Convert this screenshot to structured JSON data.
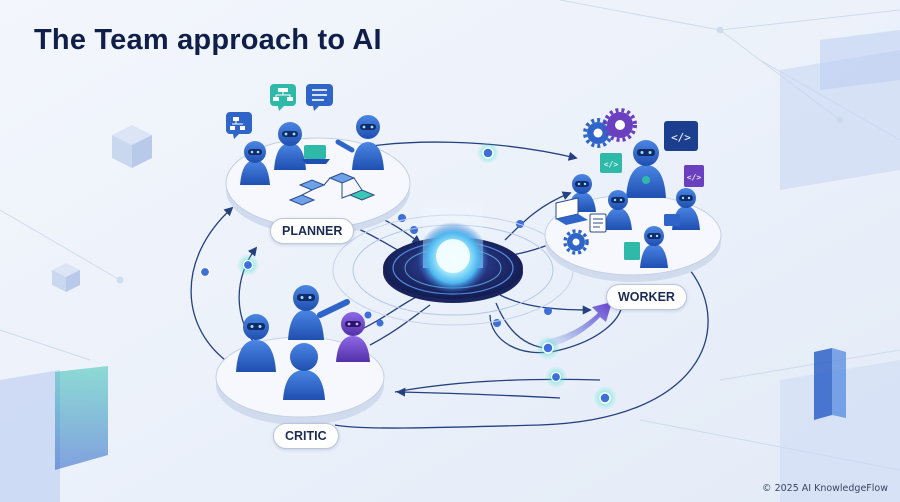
{
  "title": "The Team approach to AI",
  "labels": {
    "planner": "PLANNER",
    "worker": "WORKER",
    "critic": "CRITIC"
  },
  "footer": {
    "copyright": "© 2025 AI KnowledgeFlow"
  },
  "icons": {
    "planner": [
      "flowchart-icon",
      "hierarchy-icon",
      "list-icon",
      "robot-icon"
    ],
    "worker": [
      "gear-icon",
      "code-icon",
      "laptop-icon",
      "document-icon",
      "robot-icon"
    ],
    "critic": [
      "robot-icon",
      "person-icon"
    ],
    "center": "glowing-core-icon"
  },
  "colors": {
    "background": "#eef3fb",
    "title": "#0f1f4a",
    "robot_blue": "#2f65c8",
    "robot_dark": "#1b3e8f",
    "critic_purple": "#6a3fc0",
    "platform_top": "#f7f9fd",
    "platform_edge": "#c9d5ea",
    "flow_line": "#2b4a8c",
    "node_glow": "#35d7c9",
    "core_glow": "#7fe9ff",
    "accent_teal": "#2fb9a8"
  }
}
